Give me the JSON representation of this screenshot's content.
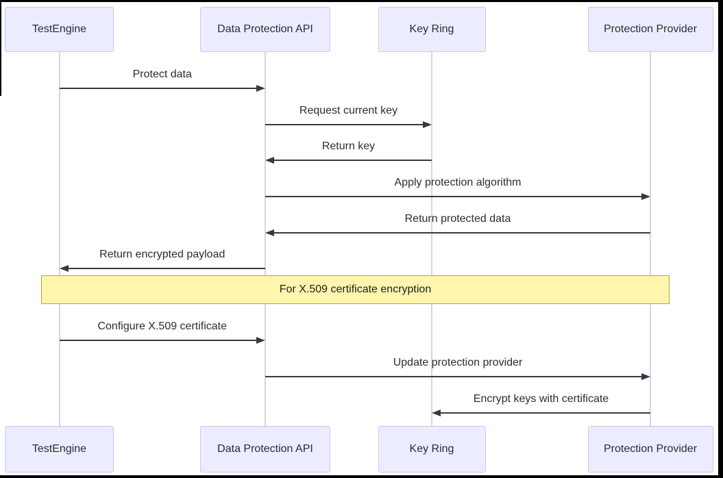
{
  "diagram": {
    "type": "sequence-diagram",
    "actors": [
      {
        "id": "testengine",
        "label": "TestEngine"
      },
      {
        "id": "dpapi",
        "label": "Data Protection API"
      },
      {
        "id": "keyring",
        "label": "Key Ring"
      },
      {
        "id": "protprov",
        "label": "Protection Provider"
      }
    ],
    "messages": [
      {
        "from": "testengine",
        "to": "dpapi",
        "text": "Protect data"
      },
      {
        "from": "dpapi",
        "to": "keyring",
        "text": "Request current key"
      },
      {
        "from": "keyring",
        "to": "dpapi",
        "text": "Return key"
      },
      {
        "from": "dpapi",
        "to": "protprov",
        "text": "Apply protection algorithm"
      },
      {
        "from": "protprov",
        "to": "dpapi",
        "text": "Return protected data"
      },
      {
        "from": "dpapi",
        "to": "testengine",
        "text": "Return encrypted payload"
      },
      {
        "from": "testengine",
        "to": "dpapi",
        "text": "Configure X.509 certificate"
      },
      {
        "from": "dpapi",
        "to": "protprov",
        "text": "Update protection provider"
      },
      {
        "from": "protprov",
        "to": "keyring",
        "text": "Encrypt keys with certificate"
      }
    ],
    "note": {
      "text": "For X.509 certificate encryption",
      "placement": "over all actors"
    },
    "colors": {
      "background": "#FFFFFF",
      "frame": "#000000",
      "actor_fill": "#ECECFF",
      "actor_border": "#CFC5E8",
      "lifeline": "#D8D2EC",
      "arrow": "#38383F",
      "text": "#2B2B33",
      "note_fill": "#FFF5AD",
      "note_border": "#AAAA33"
    }
  }
}
